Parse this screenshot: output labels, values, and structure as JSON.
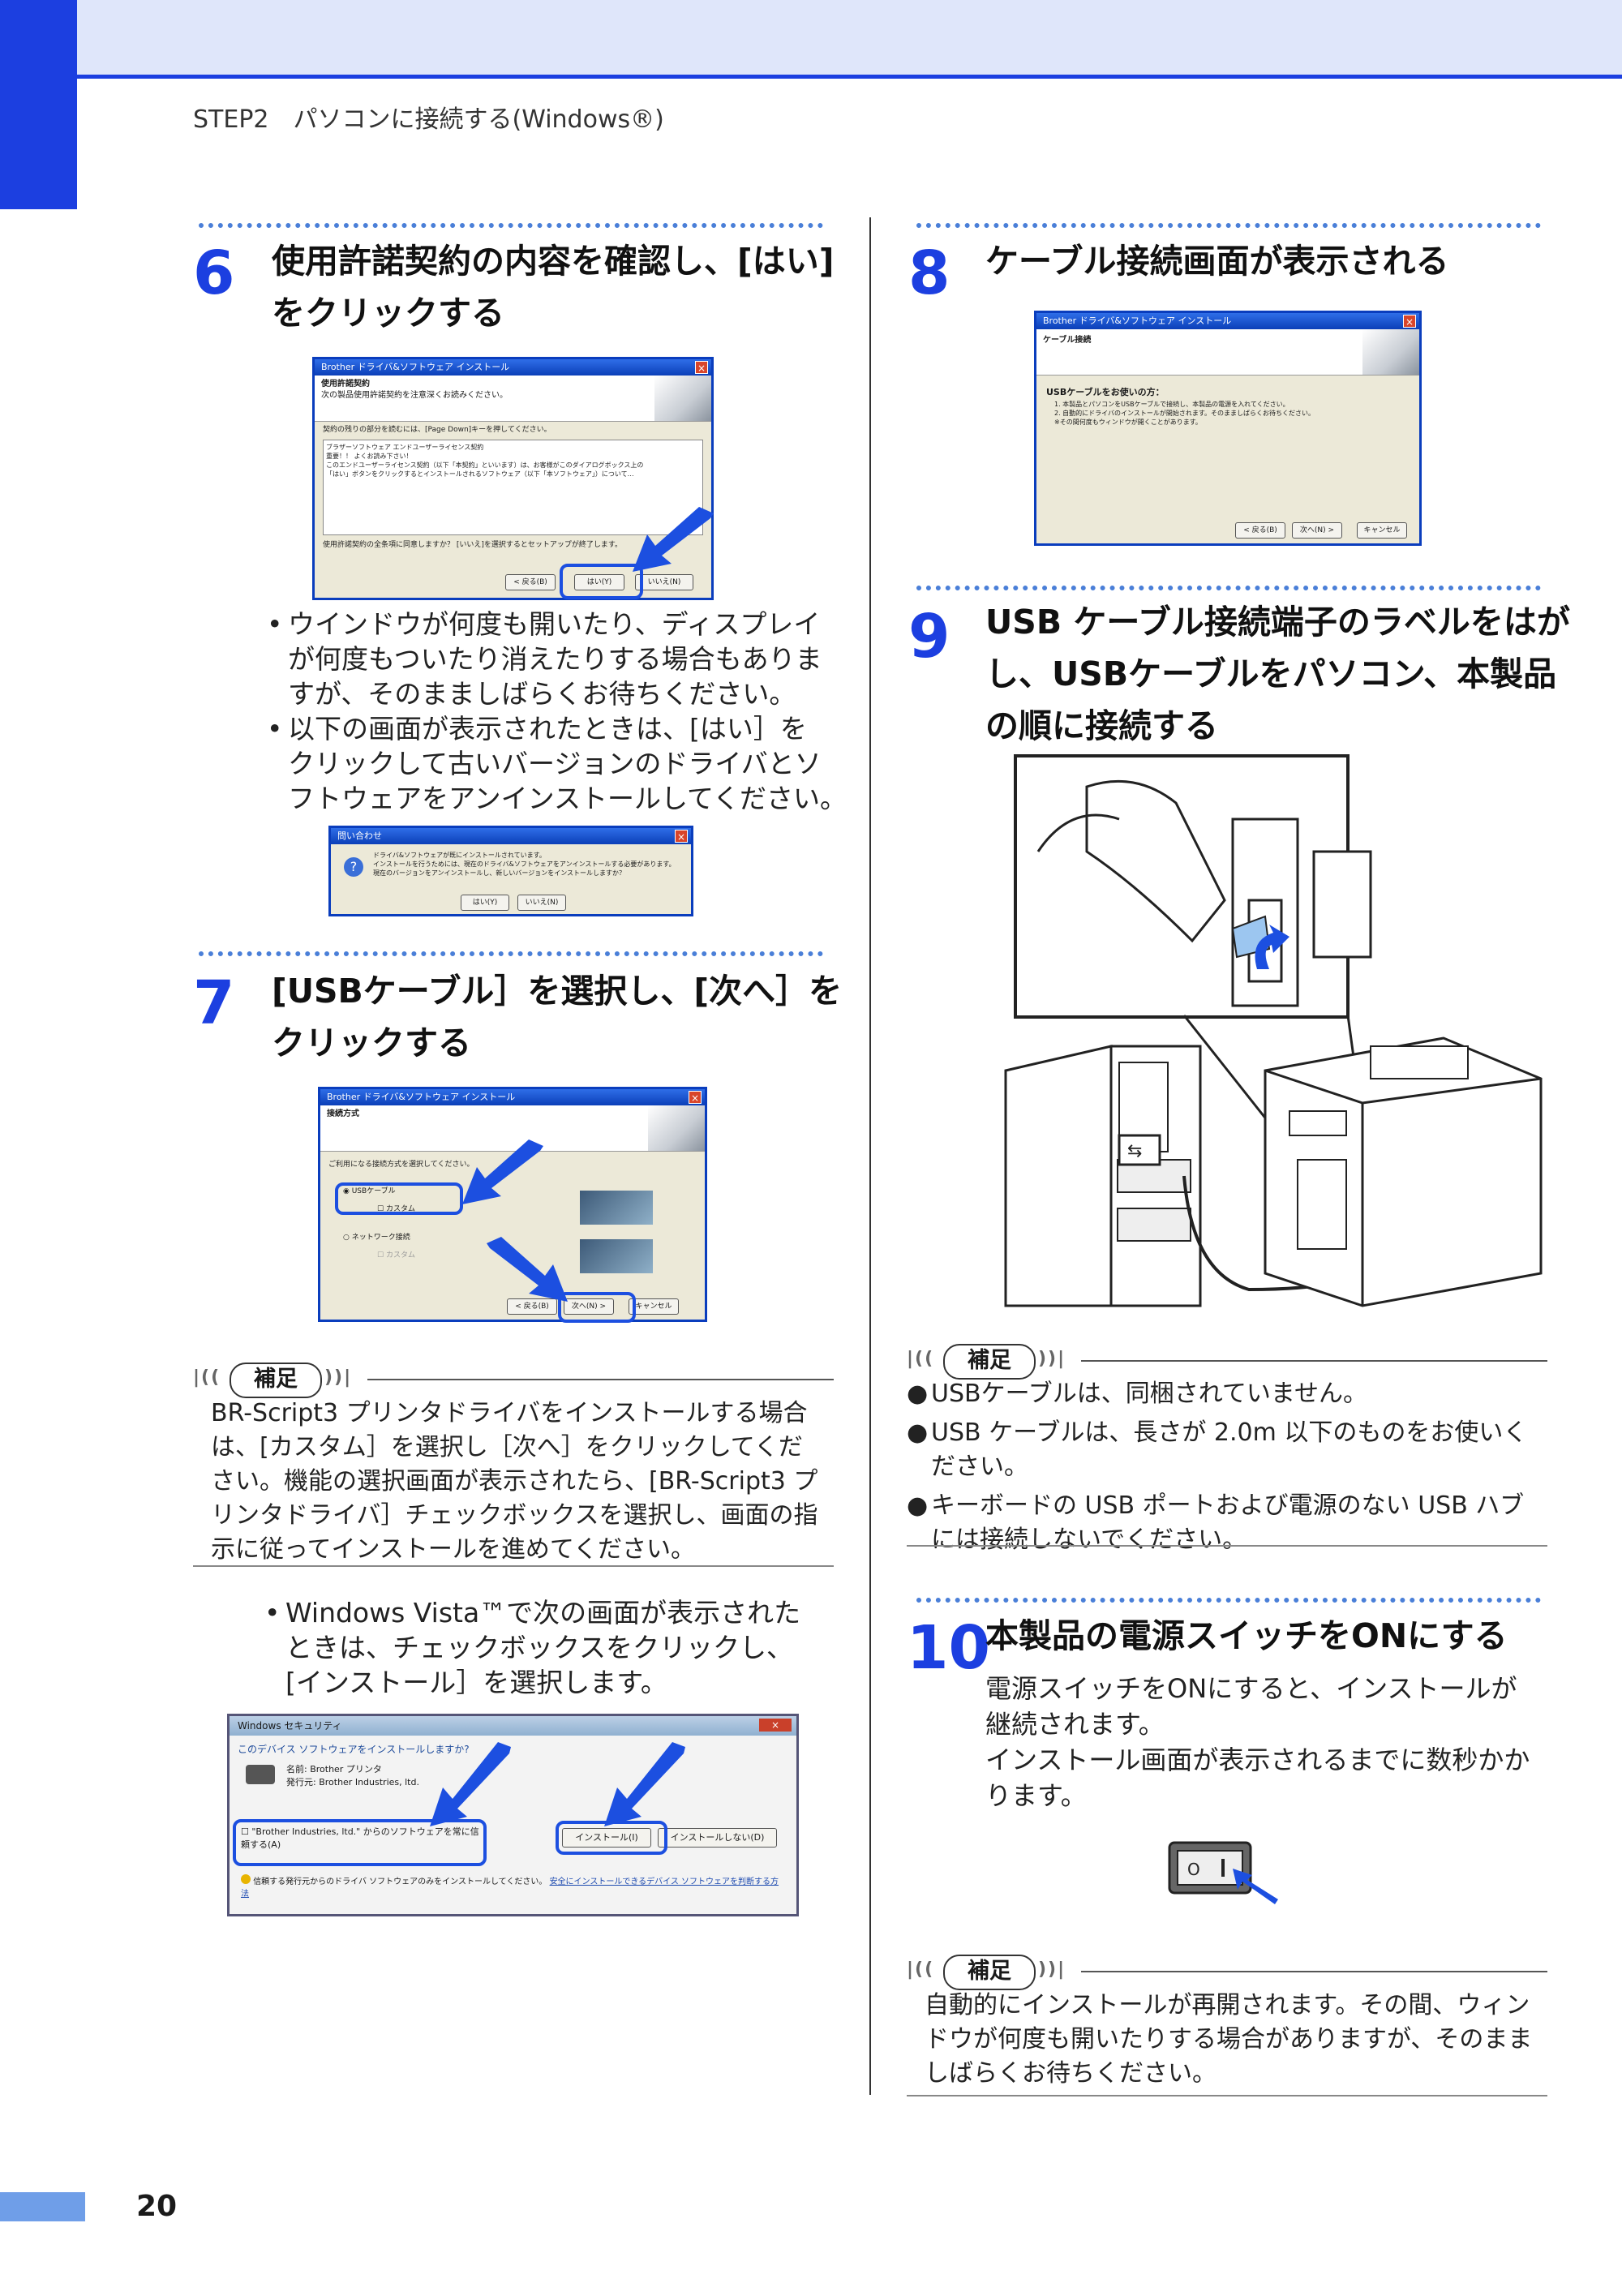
{
  "header": {
    "text": "STEP2　パソコンに接続する(Windows®)"
  },
  "page_number": "20",
  "steps": {
    "s6": {
      "num": "6",
      "title_l1": "使用許諾契約の内容を確認し、[はい]",
      "title_l2": "をクリックする"
    },
    "s7": {
      "num": "7",
      "title_l1": "[USBケーブル］を選択し、[次へ］を",
      "title_l2": "クリックする"
    },
    "s8": {
      "num": "8",
      "title_l1": "ケーブル接続画面が表示される"
    },
    "s9": {
      "num": "9",
      "title_l1": "USB ケーブル接続端子のラベルをはが",
      "title_l2": "し、USBケーブルをパソコン、本製品",
      "title_l3": "の順に接続する"
    },
    "s10": {
      "num": "10",
      "title_l1": "本製品の電源スイッチをONにする",
      "body_l1": "電源スイッチをONにすると、インストールが",
      "body_l2": "継続されます。",
      "body_l3": "インストール画面が表示されるまでに数秒かか",
      "body_l4": "ります。"
    }
  },
  "bullets6": [
    {
      "l1": "ウインドウが何度も開いたり、ディスプレイ",
      "l2": "が何度もついたり消えたりする場合もありま",
      "l3": "すが、そのまましばらくお待ちください。"
    },
    {
      "l1": "以下の画面が表示されたときは、[はい］を",
      "l2": "クリックして古いバージョンのドライバとソ",
      "l3": "フトウェアをアンインストールしてください。"
    }
  ],
  "hosoku_label": "補足",
  "note7": {
    "l1": "BR-Script3 プリンタドライバをインストールする場合",
    "l2": "は、[カスタム］を選択し［次へ］をクリックしてくだ",
    "l3": "さい。機能の選択画面が表示されたら、[BR-Script3 プ",
    "l4": "リンタドライバ］チェックボックスを選択し、画面の指",
    "l5": "示に従ってインストールを進めてください。"
  },
  "bullet7": {
    "l1": "Windows Vista™で次の画面が表示された",
    "l2": "ときは、チェックボックスをクリックし、",
    "l3": "[インストール］を選択します。"
  },
  "note9": [
    {
      "b": "●",
      "l1": "USBケーブルは、同梱されていません。"
    },
    {
      "b": "●",
      "l1": "USB ケーブルは、長さが 2.0m 以下のものをお使いく",
      "l2": "ださい。"
    },
    {
      "b": "●",
      "l1": "キーボードの USB ポートおよび電源のない USB ハブ",
      "l2": "には接続しないでください。"
    }
  ],
  "note10": {
    "l1": "自動的にインストールが再開されます。その間、ウィン",
    "l2": "ドウが何度も開いたりする場合がありますが、そのまま",
    "l3": "しばらくお待ちください。"
  },
  "win_license": {
    "title": "Brother ドライバ&ソフトウェア インストール",
    "heading": "使用許諾契約",
    "sub": "次の製品使用許諾契約を注意深くお読みください。",
    "hint": "契約の残りの部分を読むには、[Page Down]キーを押してください。",
    "lic1": "ブラザーソフトウェア エンドユーザーライセンス契約",
    "lic2": "重要！！ よくお読み下さい！",
    "lic3": "このエンドユーザーライセンス契約（以下「本契約」といいます）は、お客様がこのダイアログボックス上の",
    "lic4": "「はい」ボタンをクリックするとインストールされるソフトウェア（以下「本ソフトウェア」）について…",
    "question": "使用許諾契約の全条項に同意しますか？ [いいえ]を選択するとセットアップが終了します。",
    "yes": "はい(Y)",
    "no": "いいえ(N)",
    "back": "< 戻る(B)"
  },
  "win_confirm": {
    "title": "問い合わせ",
    "l1": "ドライバ&ソフトウェアが既にインストールされています。",
    "l2": "インストールを行うためには、現在のドライバ&ソフトウェアをアンインストールする必要があります。",
    "l3": "現在のバージョンをアンインストールし、新しいバージョンをインストールしますか？",
    "yes": "はい(Y)",
    "no": "いいえ(N)"
  },
  "win_conn": {
    "title": "Brother ドライバ&ソフトウェア インストール",
    "heading": "接続方式",
    "prompt": "ご利用になる接続方式を選択してください。",
    "usb": "USBケーブル",
    "custom": "カスタム",
    "net": "ネットワーク接続",
    "custom2": "カスタム",
    "back": "< 戻る(B)",
    "next": "次へ(N) >",
    "cancel": "キャンセル"
  },
  "win_cable": {
    "title": "Brother ドライバ&ソフトウェア インストール",
    "heading": "ケーブル接続",
    "usbtitle": "USBケーブルをお使いの方：",
    "l1": "1. 本製品とパソコンをUSBケーブルで接続し、本製品の電源を入れてください。",
    "l2": "2. 自動的にドライバのインストールが開始されます。そのまましばらくお待ちください。",
    "l3": "※その間何度もウィンドウが開くことがあります。",
    "back": "< 戻る(B)",
    "next": "次へ(N) >",
    "cancel": "キャンセル"
  },
  "win_vista": {
    "title": "Windows セキュリティ",
    "q": "このデバイス ソフトウェアをインストールしますか?",
    "name": "名前: Brother プリンタ",
    "pub": "発行元: Brother Industries, ltd.",
    "check": "\"Brother Industries, ltd.\" からのソフトウェアを常に信頼する(A)",
    "install": "インストール(I)",
    "noinstall": "インストールしない(D)",
    "foot": "信頼する発行元からのドライバ ソフトウェアのみをインストールしてください。",
    "link": "安全にインストールできるデバイス ソフトウェアを判断する方法"
  },
  "colors": {
    "accent": "#1c3fe0",
    "header_bg": "#dfe6fa",
    "dots": "#4a7fd8"
  }
}
